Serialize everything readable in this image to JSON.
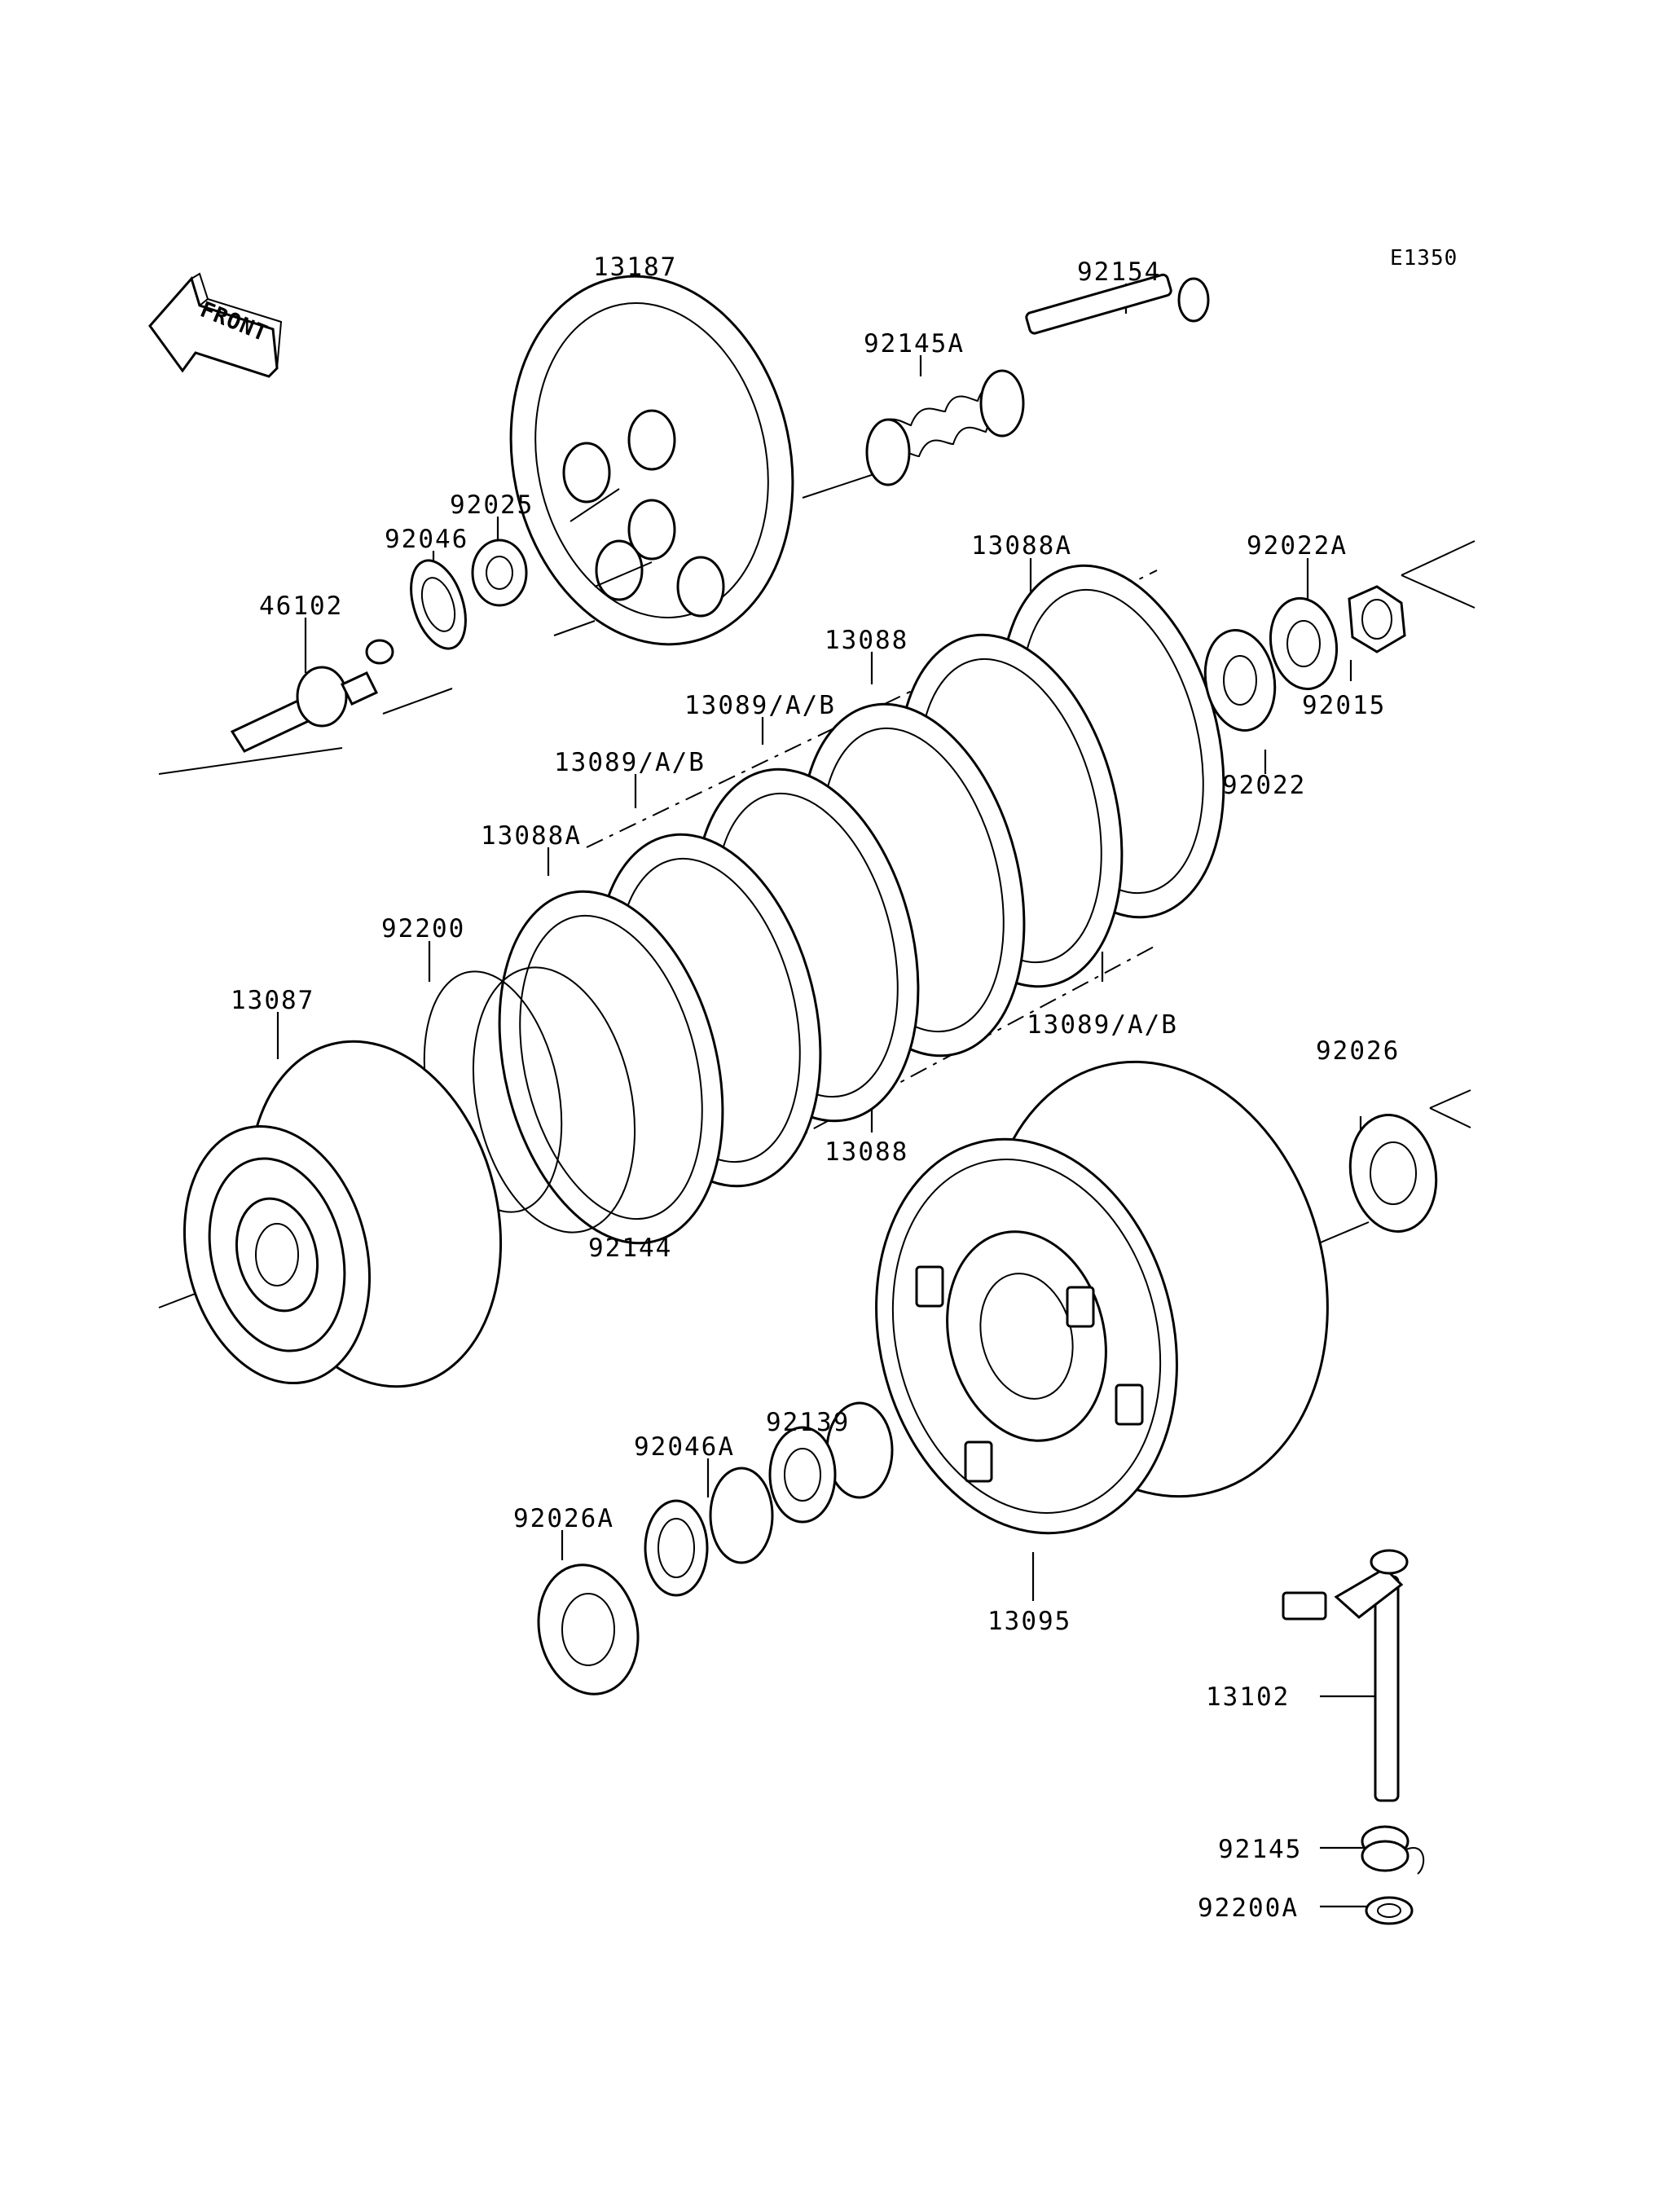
{
  "diagram_code": "E1350",
  "front_label": "FRONT",
  "labels": {
    "p13187": "13187",
    "p92154": "92154",
    "p92145A": "92145A",
    "p92025": "92025",
    "p92046": "92046",
    "p46102": "46102",
    "p13088A_top": "13088A",
    "p92022A": "92022A",
    "p13088_top": "13088",
    "p13089_1": "13089/A/B",
    "p92015": "92015",
    "p13089_2": "13089/A/B",
    "p92022": "92022",
    "p13088A_left": "13088A",
    "p92200": "92200",
    "p13087": "13087",
    "p13089_3": "13089/A/B",
    "p92026": "92026",
    "p13088_bottom": "13088",
    "p92144": "92144",
    "p92139": "92139",
    "p92046A": "92046A",
    "p92026A": "92026A",
    "p13095": "13095",
    "p13102": "13102",
    "p92145": "92145",
    "p92200A": "92200A"
  }
}
